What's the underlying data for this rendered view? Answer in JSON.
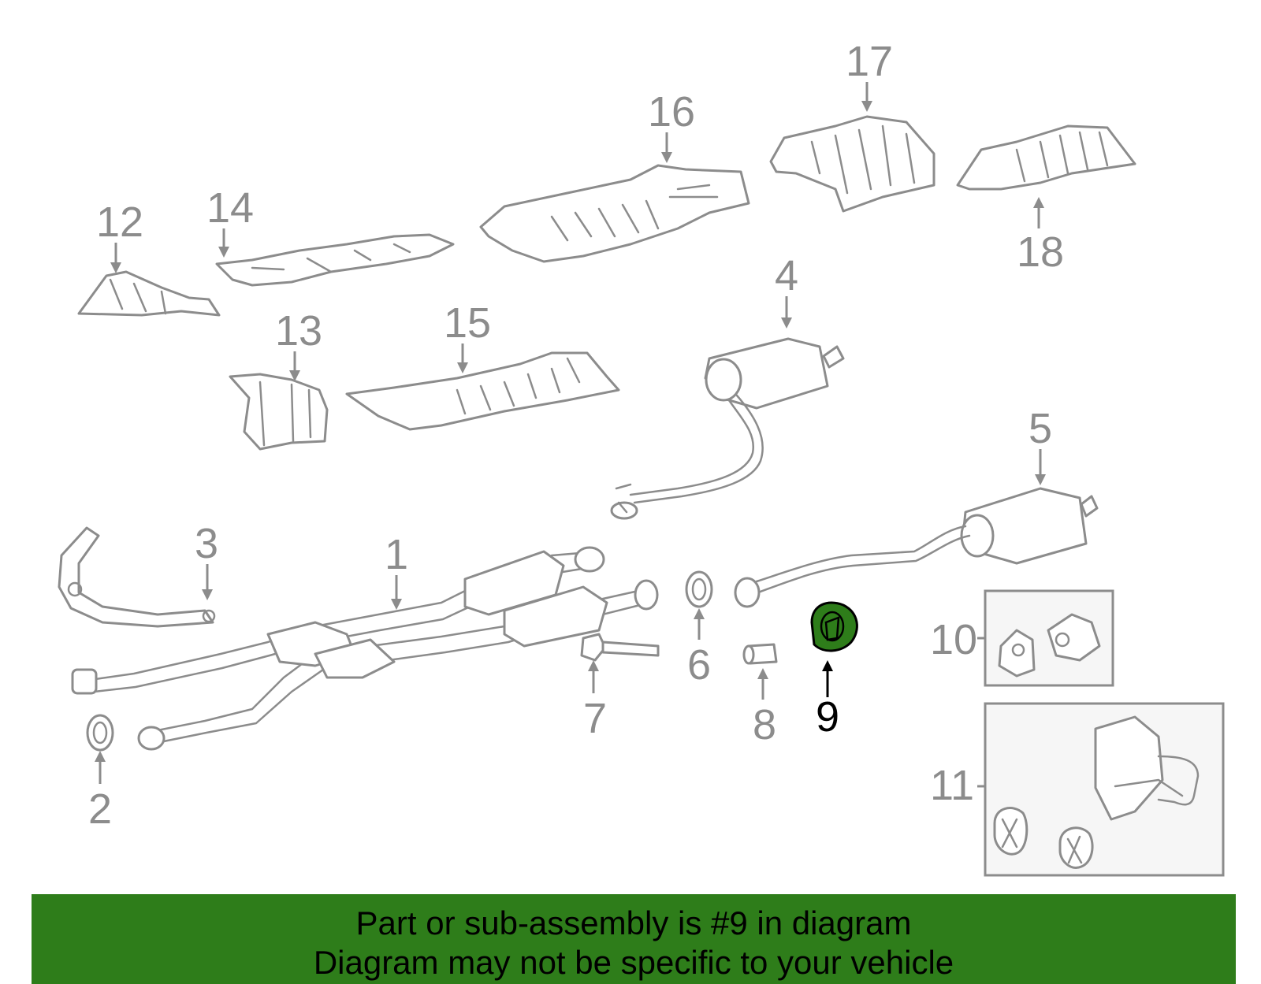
{
  "diagram": {
    "labels": {
      "p1": "1",
      "p2": "2",
      "p3": "3",
      "p4": "4",
      "p5": "5",
      "p6": "6",
      "p7": "7",
      "p8": "8",
      "p9": "9",
      "p10": "10",
      "p11": "11",
      "p12": "12",
      "p13": "13",
      "p14": "14",
      "p15": "15",
      "p16": "16",
      "p17": "17",
      "p18": "18"
    },
    "highlighted_part": "9",
    "colors": {
      "line": "#8c8c8c",
      "highlight_fill": "#2e7d1a",
      "highlight_text": "#000000",
      "banner": "#2e7d1a"
    }
  },
  "banner": {
    "line1": "Part or sub-assembly is #9 in diagram",
    "line2": "Diagram may not be specific to your vehicle"
  }
}
